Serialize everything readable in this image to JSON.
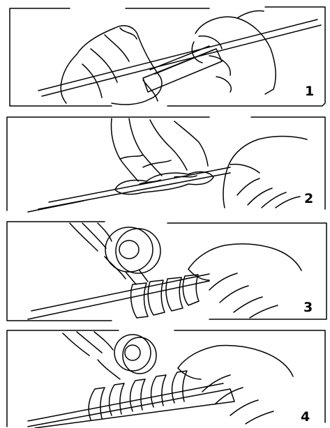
{
  "panels": [
    {
      "step": "1",
      "icon": "wipe-cable-with-cloth-illustration"
    },
    {
      "step": "2",
      "icon": "apply-sealant-putty-illustration"
    },
    {
      "step": "3",
      "icon": "wrap-tape-from-roll-illustration"
    },
    {
      "step": "4",
      "icon": "overwrap-tape-layer-illustration"
    }
  ]
}
